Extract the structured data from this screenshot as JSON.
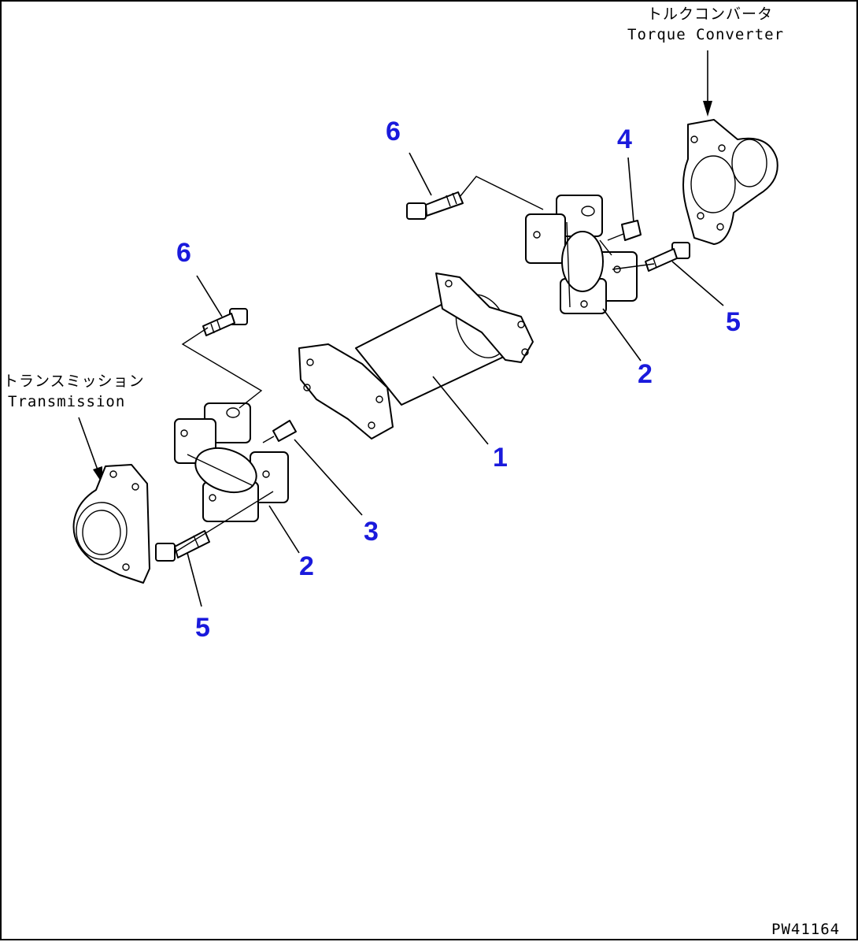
{
  "labels": {
    "torque_converter_jp": "トルクコンバータ",
    "torque_converter_en": "Torque Converter",
    "transmission_jp": "トランスミッション",
    "transmission_en": "Transmission",
    "drawing_number": "PW41164"
  },
  "callouts": {
    "c1": "1",
    "c2_left": "2",
    "c2_right": "2",
    "c3": "3",
    "c4": "4",
    "c5_left": "5",
    "c5_right": "5",
    "c6_left": "6",
    "c6_right": "6"
  },
  "colors": {
    "callout": "#1a1adc",
    "line": "#000000",
    "background": "#ffffff"
  }
}
